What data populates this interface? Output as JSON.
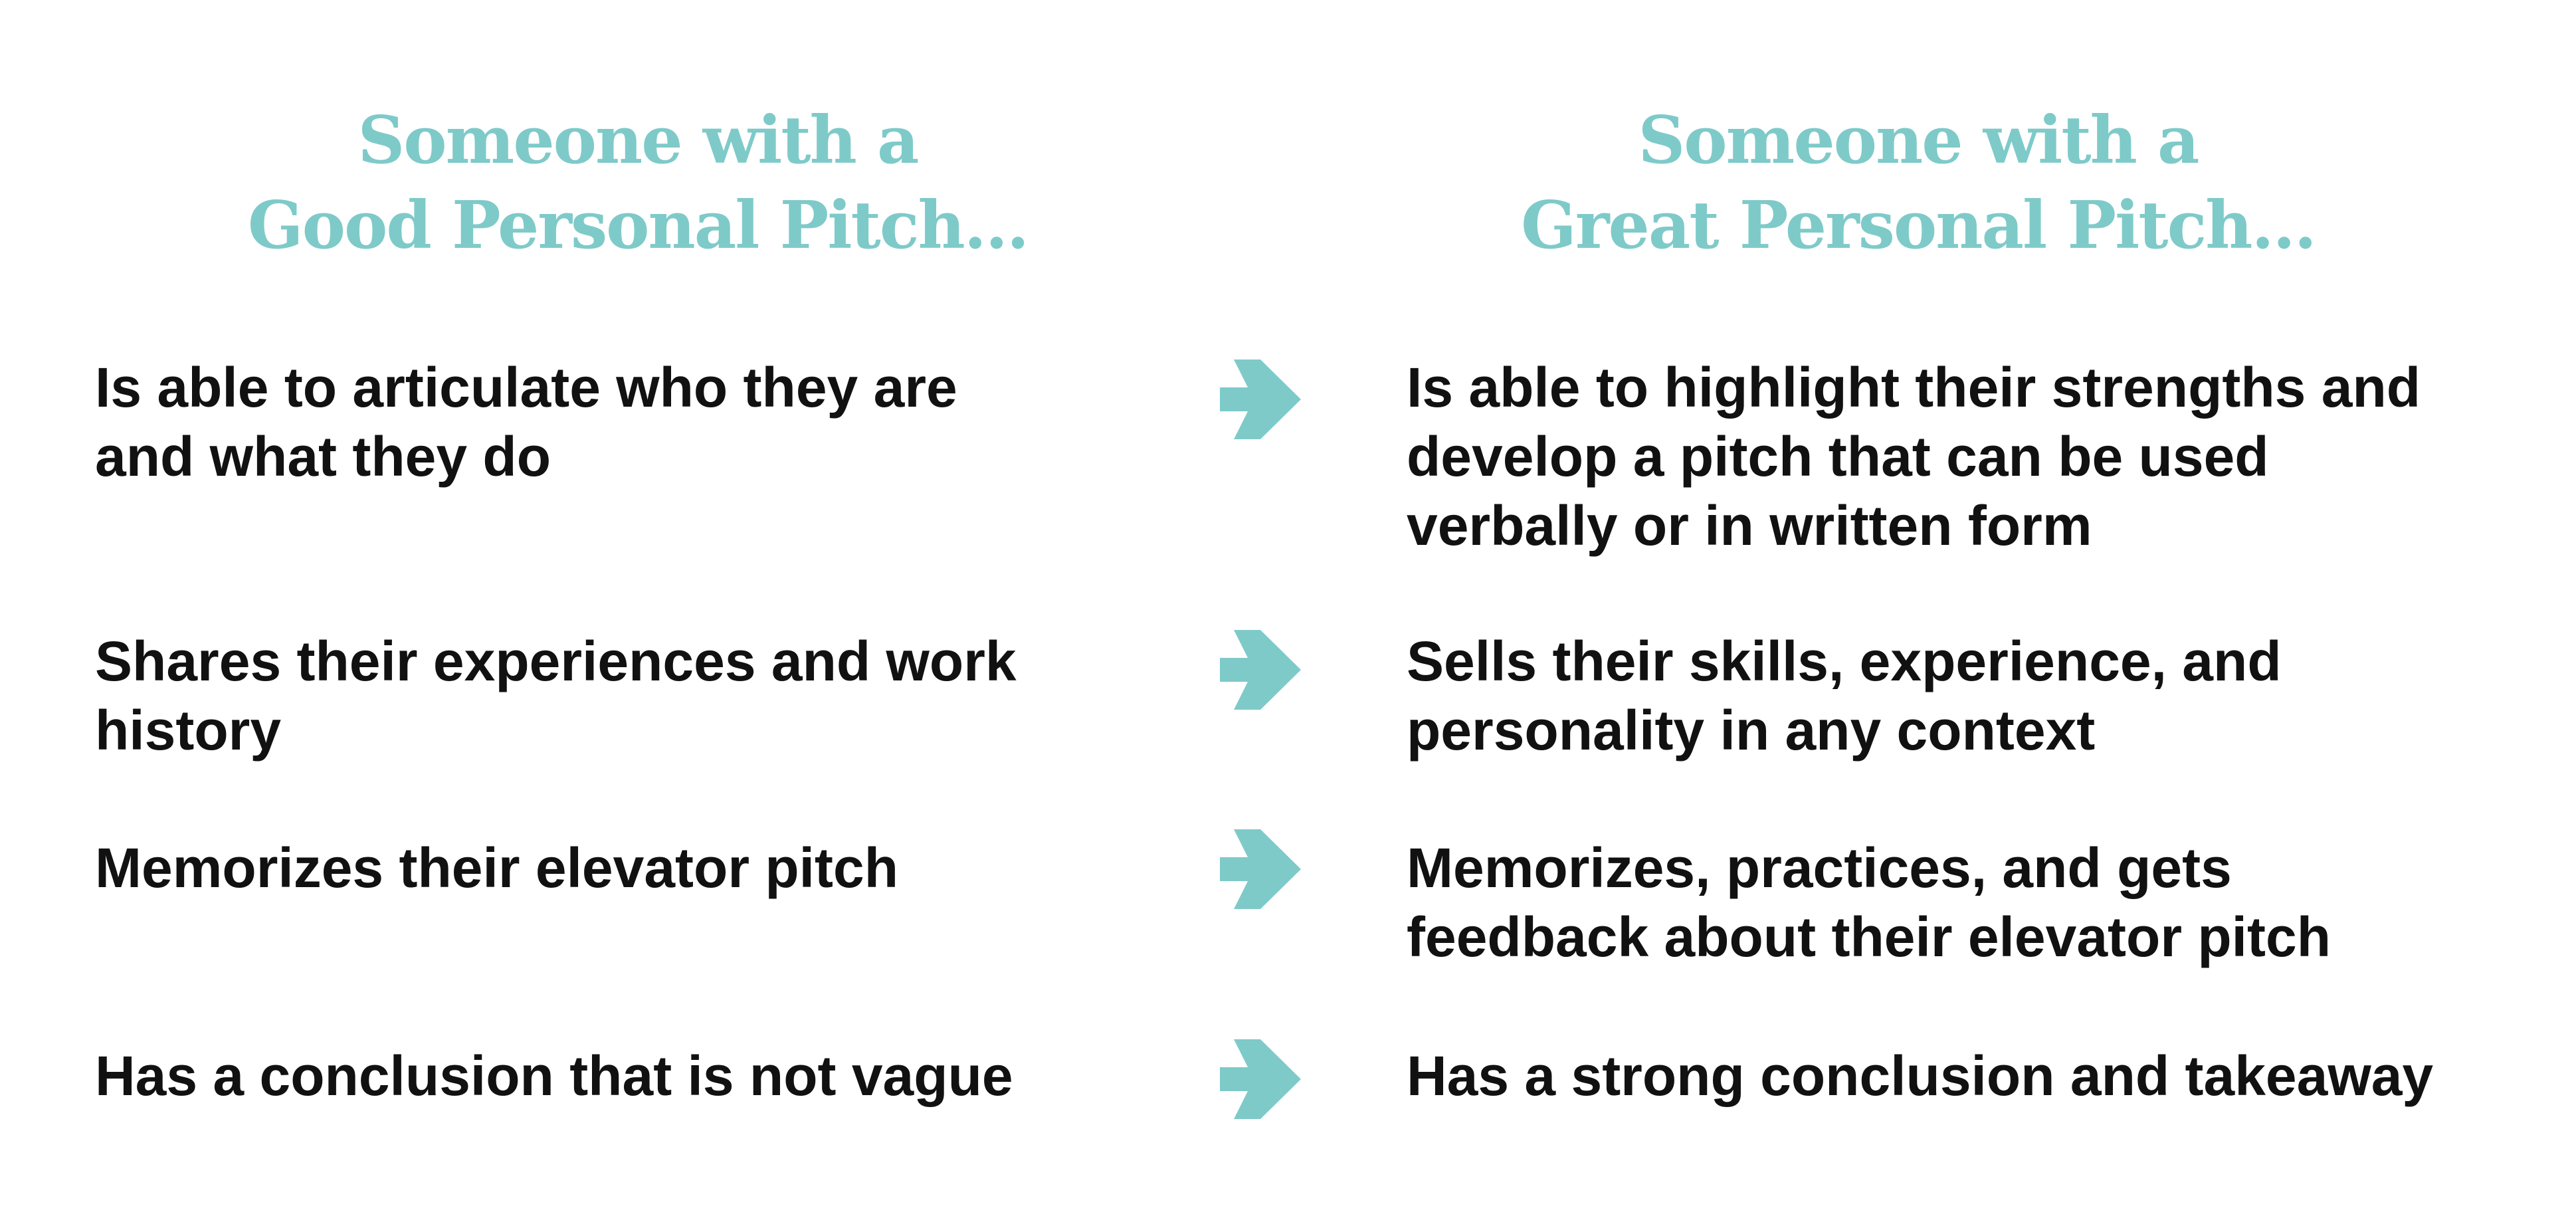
{
  "colors": {
    "accent": "#7ecac9",
    "text": "#111111"
  },
  "headings": {
    "good": {
      "line1": "Someone with a",
      "line2": "Good Personal Pitch..."
    },
    "great": {
      "line1": "Someone with a",
      "line2": "Great Personal Pitch..."
    }
  },
  "rows": [
    {
      "good": [
        "Is able to articulate who they are",
        "and what they do"
      ],
      "arrow_icon": "arrow-right-icon",
      "great": [
        "Is able to highlight their strengths and",
        "develop a pitch that can be used",
        "verbally or in written form"
      ]
    },
    {
      "good": [
        "Shares their experiences and work",
        "history"
      ],
      "arrow_icon": "arrow-right-icon",
      "great": [
        "Sells their skills, experience, and",
        "personality in any context"
      ]
    },
    {
      "good": [
        "Memorizes their elevator pitch"
      ],
      "arrow_icon": "arrow-right-icon",
      "great": [
        "Memorizes, practices, and gets",
        "feedback about their elevator pitch"
      ]
    },
    {
      "good": [
        "Has a conclusion that is not vague"
      ],
      "arrow_icon": "arrow-right-icon",
      "great": [
        "Has a strong conclusion and takeaway"
      ]
    }
  ]
}
